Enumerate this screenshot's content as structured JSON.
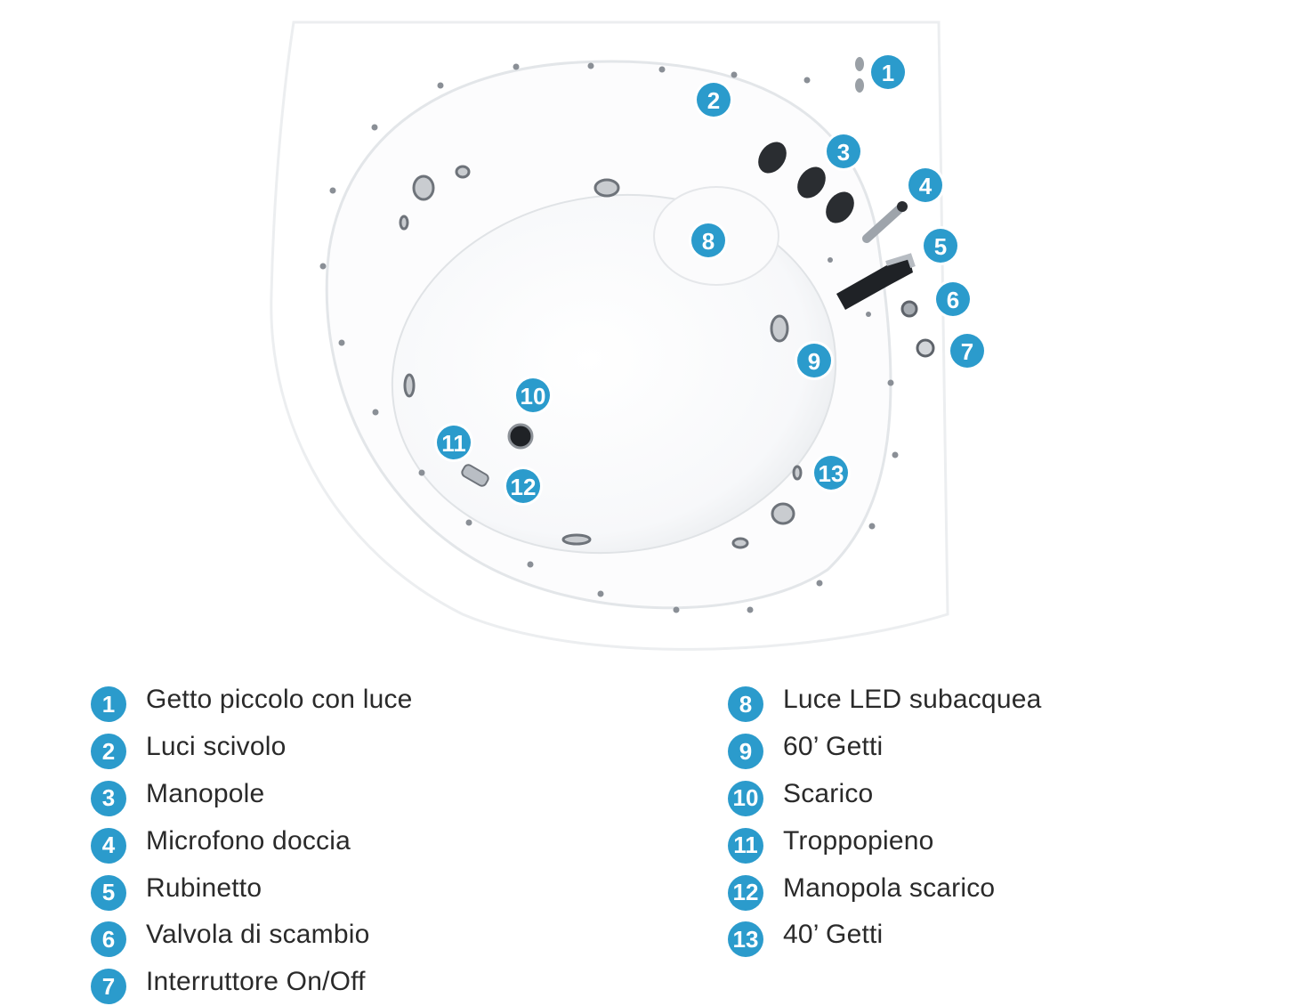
{
  "markers": [
    {
      "n": "1"
    },
    {
      "n": "2"
    },
    {
      "n": "3"
    },
    {
      "n": "4"
    },
    {
      "n": "5"
    },
    {
      "n": "6"
    },
    {
      "n": "7"
    },
    {
      "n": "8"
    },
    {
      "n": "9"
    },
    {
      "n": "10"
    },
    {
      "n": "11"
    },
    {
      "n": "12"
    },
    {
      "n": "13"
    }
  ],
  "legend_left": [
    {
      "n": "1",
      "label": "Getto piccolo con luce"
    },
    {
      "n": "2",
      "label": "Luci scivolo"
    },
    {
      "n": "3",
      "label": "Manopole"
    },
    {
      "n": "4",
      "label": "Microfono doccia"
    },
    {
      "n": "5",
      "label": "Rubinetto"
    },
    {
      "n": "6",
      "label": "Valvola di scambio"
    },
    {
      "n": "7",
      "label": "Interruttore On/Off"
    }
  ],
  "legend_right": [
    {
      "n": "8",
      "label": "Luce LED subacquea"
    },
    {
      "n": "9",
      "label": "60’ Getti"
    },
    {
      "n": "10",
      "label": "Scarico"
    },
    {
      "n": "11",
      "label": "Troppopieno"
    },
    {
      "n": "12",
      "label": "Manopola scarico"
    },
    {
      "n": "13",
      "label": "40’ Getti"
    }
  ],
  "colors": {
    "marker": "#2b9bcc",
    "text": "#2a2a2a",
    "tub_shadow": "#e6e8eb"
  }
}
